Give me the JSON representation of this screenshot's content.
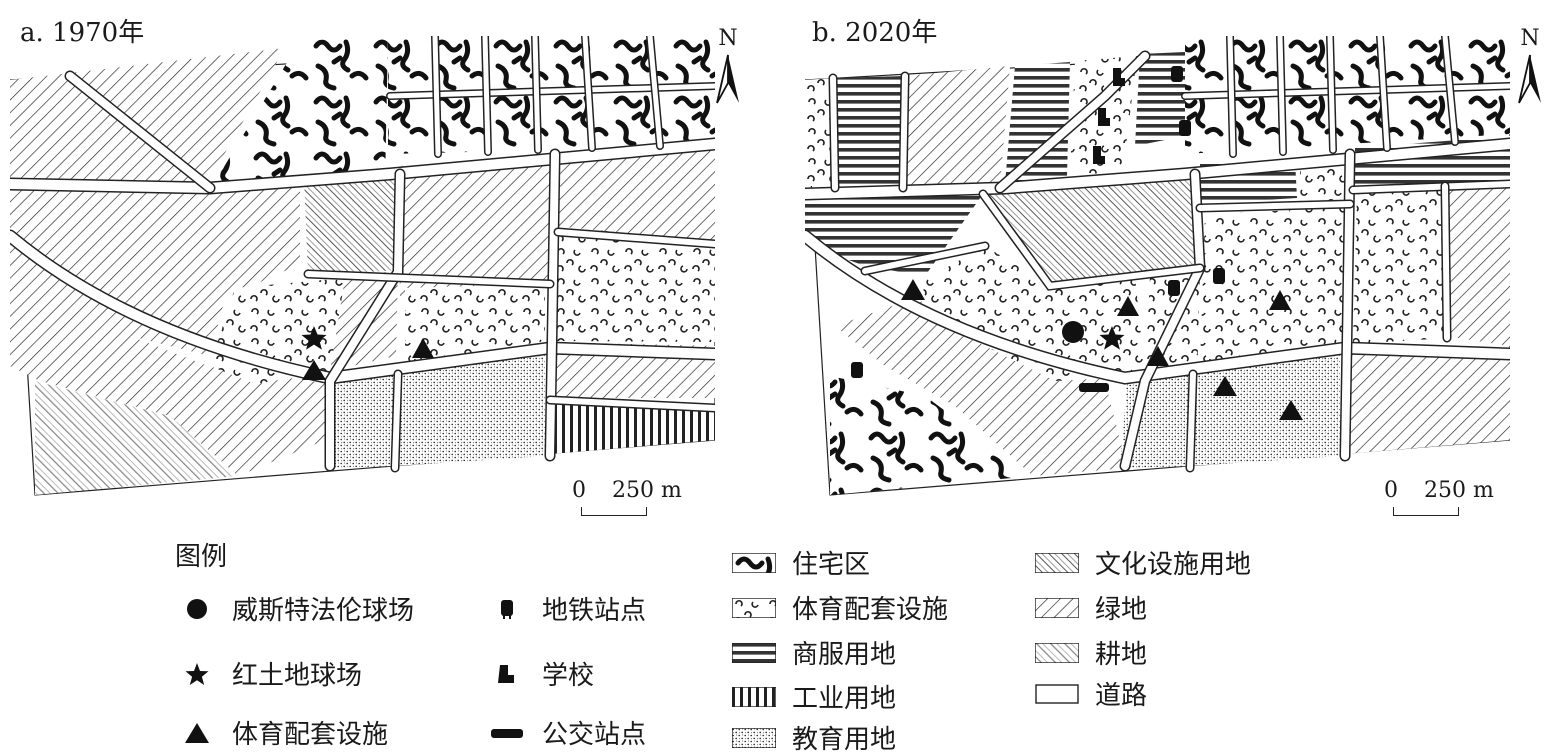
{
  "panels": [
    {
      "id": "a",
      "title": "a. 1970年",
      "north": "N",
      "scale": {
        "zero": "0",
        "label": "250 m"
      }
    },
    {
      "id": "b",
      "title": "b. 2020年",
      "north": "N",
      "scale": {
        "zero": "0",
        "label": "250 m"
      }
    }
  ],
  "legend": {
    "title": "图例",
    "point_items": [
      {
        "label": "威斯特法伦球场",
        "icon": "circle-icon"
      },
      {
        "label": "红土地球场",
        "icon": "star-icon"
      },
      {
        "label": "体育配套设施",
        "icon": "triangle-icon"
      },
      {
        "label": "地铁站点",
        "icon": "metro-icon"
      },
      {
        "label": "学校",
        "icon": "school-icon"
      },
      {
        "label": "公交站点",
        "icon": "bus-icon"
      }
    ],
    "area_items": [
      {
        "label": "住宅区",
        "pattern": "residential"
      },
      {
        "label": "体育配套设施",
        "pattern": "sport"
      },
      {
        "label": "商服用地",
        "pattern": "commercial"
      },
      {
        "label": "工业用地",
        "pattern": "industrial"
      },
      {
        "label": "教育用地",
        "pattern": "education"
      },
      {
        "label": "文化设施用地",
        "pattern": "culture"
      },
      {
        "label": "绿地",
        "pattern": "green"
      },
      {
        "label": "耕地",
        "pattern": "farmland"
      },
      {
        "label": "道路",
        "pattern": "road"
      }
    ]
  },
  "colors": {
    "ink": "#1a1a1a",
    "road": "#ffffff",
    "background": "#ffffff"
  }
}
